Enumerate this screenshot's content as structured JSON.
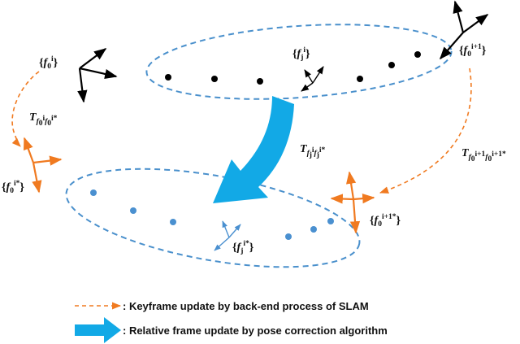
{
  "colors": {
    "ellipse": "#4a90cc",
    "top_points": "#000000",
    "bottom_points": "#4a90d0",
    "frame_black": "#000000",
    "frame_orange": "#f07a20",
    "frame_blue": "#4a90d0",
    "big_arrow": "#12a9e6"
  },
  "labels": {
    "f0i": "{f0i}",
    "f0i1": "{f0i+1}",
    "fji": "{fji}",
    "f0i_star": "{f0i*}",
    "f0i1_star": "{f0i+1*}",
    "fji_star": "{fji*}",
    "T_left": "T f0i f0i*",
    "T_mid": "T fji fji*",
    "T_right": "T f0i+1 f0i+1*"
  },
  "legend": {
    "dashed_text": ": Keyframe update by back-end process of SLAM",
    "arrow_text": ": Relative frame update by pose correction algorithm"
  }
}
